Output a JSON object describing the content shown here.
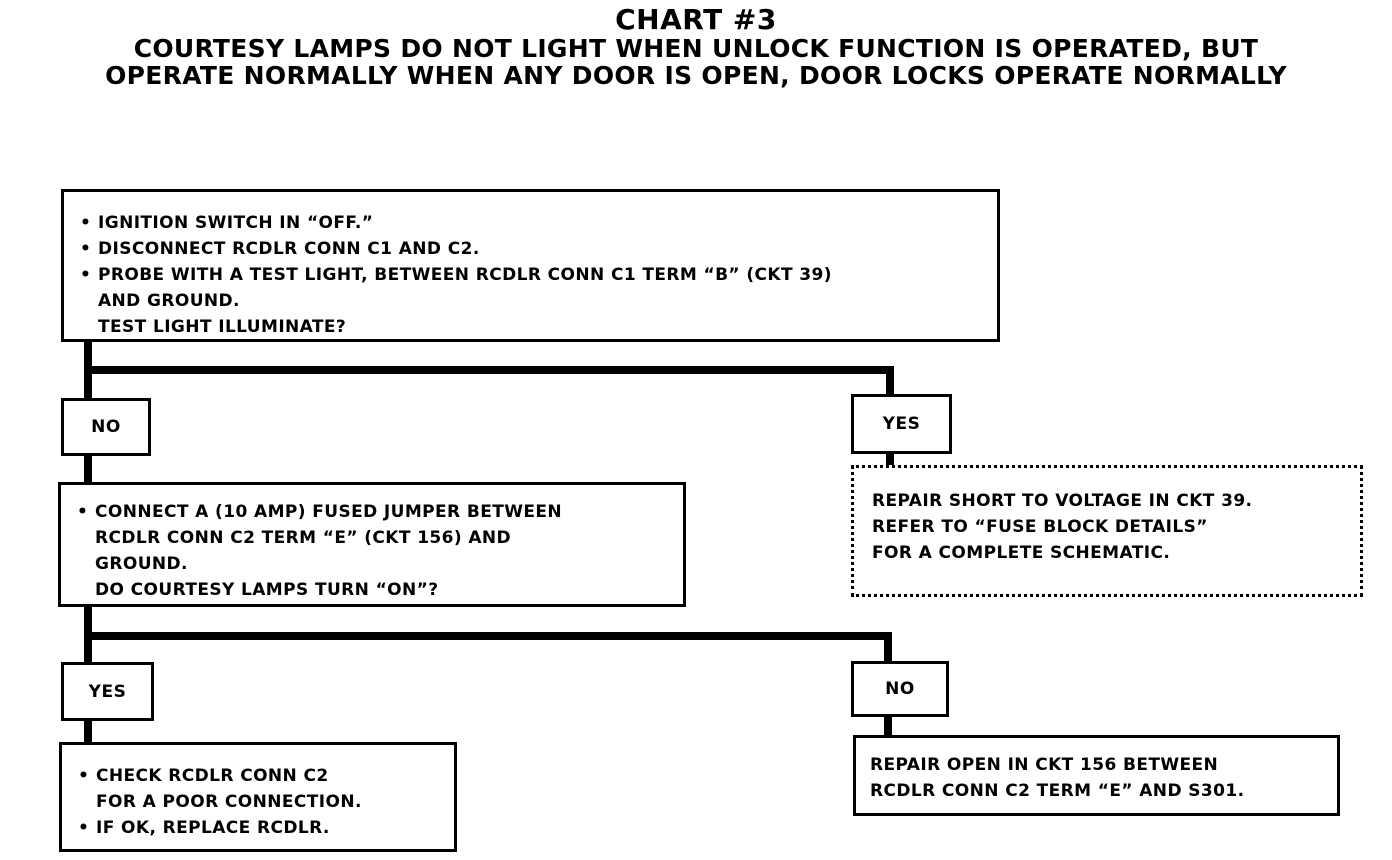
{
  "header": {
    "title": "CHART #3",
    "subtitle_line1": "COURTESY LAMPS DO NOT LIGHT WHEN UNLOCK FUNCTION IS OPERATED, BUT",
    "subtitle_line2": "OPERATE NORMALLY WHEN ANY DOOR IS OPEN, DOOR LOCKS OPERATE NORMALLY"
  },
  "step1": {
    "bullets": [
      "IGNITION SWITCH IN “OFF.”",
      "DISCONNECT RCDLR CONN C1 AND C2.",
      "PROBE WITH A TEST LIGHT, BETWEEN RCDLR CONN C1 TERM “B” (CKT 39)"
    ],
    "continuation": "AND GROUND.",
    "question": "TEST LIGHT ILLUMINATE?"
  },
  "branch1": {
    "no_label": "NO",
    "yes_label": "YES"
  },
  "step2": {
    "bullet_line1": "CONNECT A (10 AMP) FUSED JUMPER BETWEEN",
    "bullet_line2": "RCDLR CONN C2 TERM “E” (CKT 156) AND",
    "bullet_line3": "GROUND.",
    "question": "DO COURTESY LAMPS TURN “ON”?"
  },
  "result_short": {
    "line1": "REPAIR SHORT TO VOLTAGE IN CKT 39.",
    "line2": "REFER TO “FUSE BLOCK DETAILS”",
    "line3": "FOR A COMPLETE SCHEMATIC."
  },
  "branch2": {
    "yes_label": "YES",
    "no_label": "NO"
  },
  "result_check": {
    "bullet1_line1": "CHECK RCDLR CONN C2",
    "bullet1_line2": "FOR A POOR CONNECTION.",
    "bullet2": "IF OK, REPLACE RCDLR."
  },
  "result_open": {
    "line1": "REPAIR OPEN IN CKT 156 BETWEEN",
    "line2": "RCDLR CONN C2 TERM “E” AND S301."
  }
}
